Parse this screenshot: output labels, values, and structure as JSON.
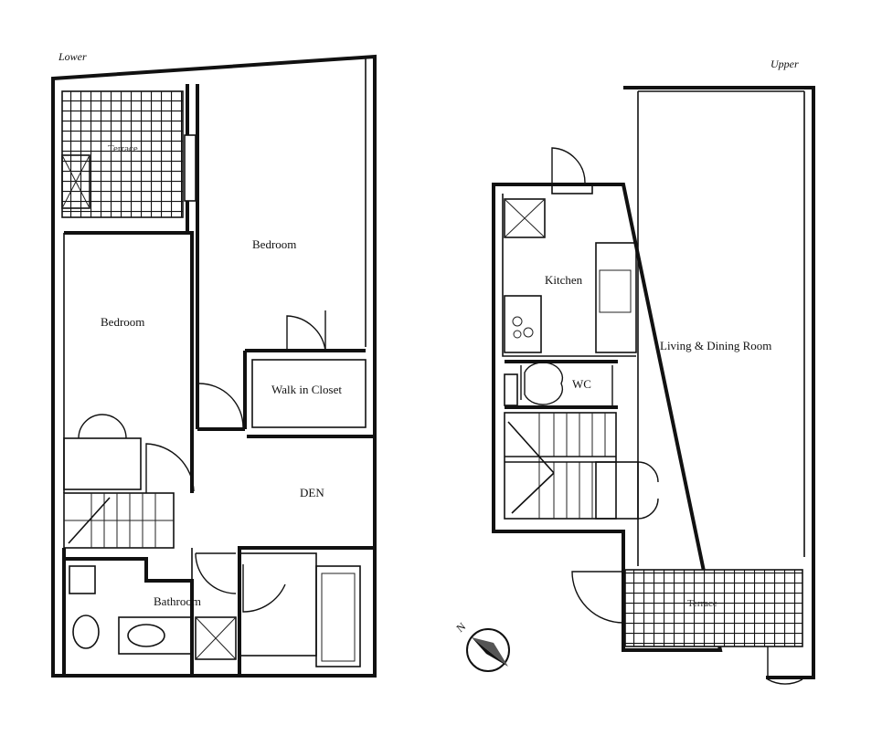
{
  "floors": {
    "lower": {
      "heading": "Lower",
      "rooms": {
        "terrace": "Terrace",
        "bedroom_left": "Bedroom",
        "bedroom_right": "Bedroom",
        "walk_in_closet": "Walk in Closet",
        "den": "DEN",
        "bathroom": "Bathroom"
      }
    },
    "upper": {
      "heading": "Upper",
      "rooms": {
        "kitchen": "Kitchen",
        "wc": "WC",
        "living_dining": "Living & Dining Room",
        "terrace": "Terrace"
      }
    }
  },
  "compass": {
    "letter": "N",
    "icon": "north-arrow-icon"
  }
}
